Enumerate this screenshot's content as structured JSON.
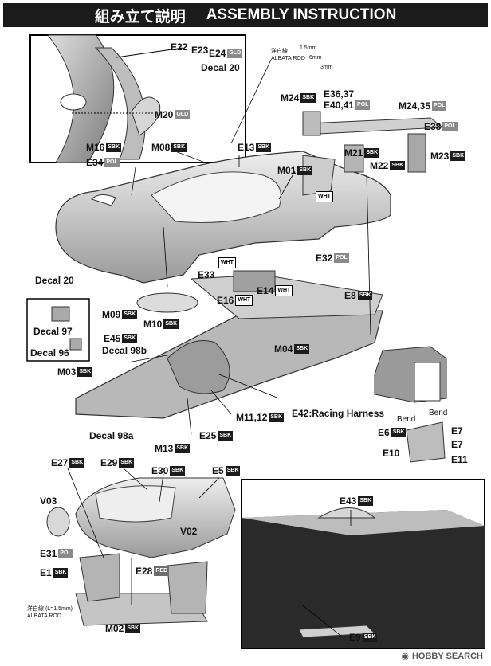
{
  "header": {
    "title_jp": "組み立て説明",
    "title_en": "ASSEMBLY INSTRUCTION"
  },
  "labels": {
    "e22": "E22",
    "e23": "E23",
    "e24": "E24",
    "decal20_top": "Decal 20",
    "m20": "M20",
    "m16": "M16",
    "e34": "E34",
    "m08": "M08",
    "e13": "E13",
    "m01": "M01",
    "m24": "M24",
    "e36_37": "E36,37",
    "e40_41": "E40,41",
    "m24_35": "M24,35",
    "e38": "E38",
    "m21": "M21",
    "m22": "M22",
    "m23": "M23",
    "decal20_mid": "Decal 20",
    "e33": "E33",
    "e32": "E32",
    "e16": "E16",
    "e14": "E14",
    "e8": "E8",
    "m09": "M09",
    "m10": "M10",
    "decal97": "Decal 97",
    "decal96": "Decal 96",
    "e45": "E45",
    "decal98b": "Decal 98b",
    "m04": "M04",
    "m03": "M03",
    "m11_12": "M11,12",
    "e42": "E42:Racing Harness",
    "decal98a": "Decal 98a",
    "m13": "M13",
    "e25": "E25",
    "e6": "E6",
    "e7a": "E7",
    "e7b": "E7",
    "e10": "E10",
    "e11": "E11",
    "bend1": "Bend",
    "bend2": "Bend",
    "e27": "E27",
    "e29": "E29",
    "e30": "E30",
    "e5": "E5",
    "v03": "V03",
    "v02": "V02",
    "e31": "E31",
    "e1": "E1",
    "e28": "E28",
    "m02": "M02",
    "e43": "E43",
    "e9": "E9"
  },
  "badges": {
    "sbk": "SBK",
    "pol": "POL",
    "gld": "GLD",
    "wht": "WHT",
    "red": "RED"
  },
  "rod": {
    "jp_top": "洋白線",
    "en_top": "ALBATA ROD",
    "dim1": "1.5mm",
    "dim2": "6mm",
    "dim3": "3mm",
    "jp_bottom": "洋白線 (L=1.5mm)",
    "en_bottom": "ALBATA ROD"
  },
  "watermark": "HOBBY SEARCH"
}
